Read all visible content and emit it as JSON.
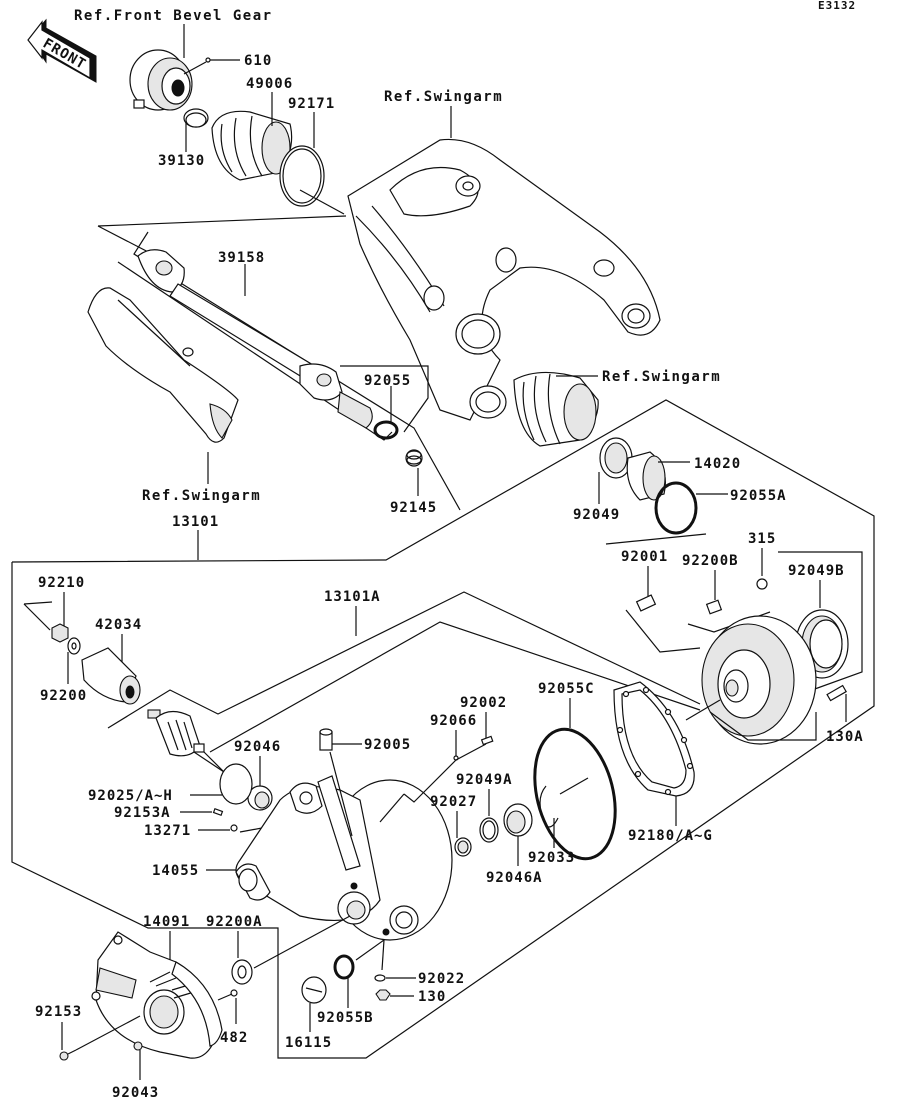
{
  "diagram": {
    "code": "E3132",
    "front_arrow_label": "FRONT",
    "references": {
      "front_bevel_gear": "Ref.Front Bevel Gear",
      "swingarm_top": "Ref.Swingarm",
      "swingarm_mid": "Ref.Swingarm",
      "swingarm_left": "Ref.Swingarm"
    },
    "parts": {
      "p610": "610",
      "p49006": "49006",
      "p92171": "92171",
      "p39130": "39130",
      "p39158": "39158",
      "p92055": "92055",
      "p92145": "92145",
      "p13101": "13101",
      "p14020": "14020",
      "p92055A": "92055A",
      "p92049": "92049",
      "p92001": "92001",
      "p92200B": "92200B",
      "p315": "315",
      "p92049B": "92049B",
      "p13101A": "13101A",
      "p92210": "92210",
      "p42034": "42034",
      "p92200": "92200",
      "p92055C": "92055C",
      "p92002": "92002",
      "p92066": "92066",
      "p92005": "92005",
      "p92046": "92046",
      "p130A": "130A",
      "p92025": "92025/A~H",
      "p92153A": "92153A",
      "p13271": "13271",
      "p92049A": "92049A",
      "p92027": "92027",
      "p92033": "92033",
      "p92046A": "92046A",
      "p92180": "92180/A~G",
      "p14055": "14055",
      "p14091": "14091",
      "p92200A": "92200A",
      "p92022": "92022",
      "p130": "130",
      "p92153": "92153",
      "p482": "482",
      "p92055B": "92055B",
      "p16115": "16115",
      "p92043": "92043"
    }
  }
}
